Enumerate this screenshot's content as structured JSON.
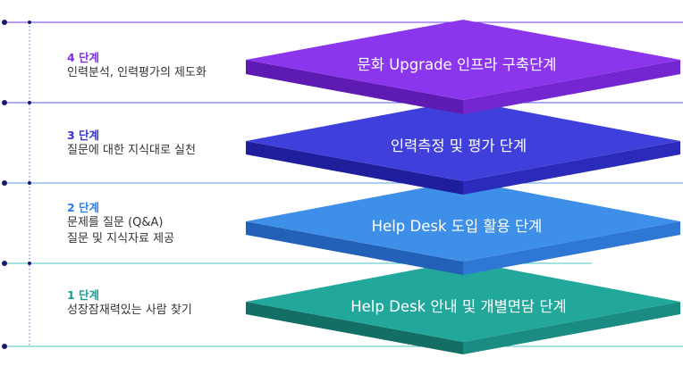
{
  "steps": [
    {
      "id": 4,
      "title": "4 단계",
      "desc": [
        "인력분석, 인력평가의 제도화"
      ],
      "layer_label": "문화 Upgrade 인프라 구축단계",
      "colors": {
        "top": "#8B35EC",
        "dark": "#5D1BB4",
        "mid": "#7426D1",
        "text": "#7B2FE0",
        "line": "#6C3BE8"
      }
    },
    {
      "id": 3,
      "title": "3 단계",
      "desc": [
        "질문에 대한 지식대로 실천"
      ],
      "layer_label": "인력측정 및 평가 단계",
      "colors": {
        "top": "#3F3FDB",
        "dark": "#1F1F9E",
        "mid": "#2B2BBB",
        "text": "#3434C8",
        "line": "#5A5AE0"
      }
    },
    {
      "id": 2,
      "title": "2 단계",
      "desc": [
        "문제를 질문 (Q&A)",
        "질문 및 지식자료 제공"
      ],
      "layer_label": "Help Desk 도입 활용 단계",
      "colors": {
        "top": "#3D8FE8",
        "dark": "#2361B8",
        "mid": "#2E77D4",
        "text": "#2F80DC",
        "line": "#5B9EE8"
      }
    },
    {
      "id": 1,
      "title": "1 단계",
      "desc": [
        "성장잠재력있는 사람 찾기"
      ],
      "layer_label": "Help Desk 안내 및 개별면담 단계",
      "colors": {
        "top": "#22A79B",
        "dark": "#136E66",
        "mid": "#1B8C82",
        "text": "#1E9D92",
        "line": "#46C4C2"
      }
    }
  ],
  "connector": {
    "dot_color": "#1A1A6E",
    "dotted_color": "#8FA7D8"
  }
}
